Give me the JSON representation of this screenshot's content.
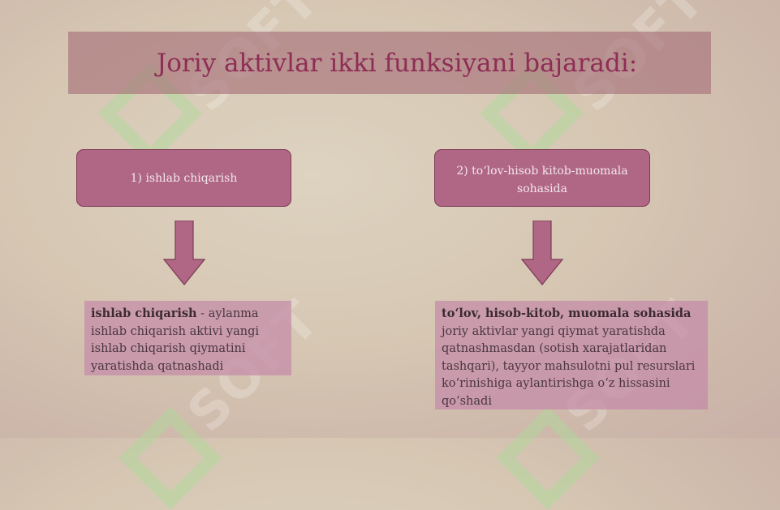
{
  "slide": {
    "title": "Joriy aktivlar ikki funksiyani bajaradi:",
    "watermark_text": "SOFT"
  },
  "nodes": [
    {
      "id": "production",
      "label": "1) ishlab chiqarish"
    },
    {
      "id": "payment",
      "label": "2) to‘lov-hisob kitob-muomala sohasida"
    }
  ],
  "descriptions": [
    {
      "term": "ishlab chiqarish",
      "text": " - aylanma ishlab chiqarish aktivi yangi ishlab chiqarish qiymatini yaratishda qatnashadi"
    },
    {
      "term": "to‘lov, hisob-kitob, muomala sohasida",
      "text": " joriy aktivlar yangi qiymat yaratishda qatnashmasdan (sotish xarajatlaridan tashqari), tayyor mahsulotni pul resurslari ko‘rinishiga aylantirishga o‘z hissasini qo‘shadi"
    }
  ],
  "colors": {
    "title": "#8e2d55",
    "node_fill": "#b06785",
    "arrow_fill": "#b06785",
    "desc_fill": "#c48ca8"
  }
}
